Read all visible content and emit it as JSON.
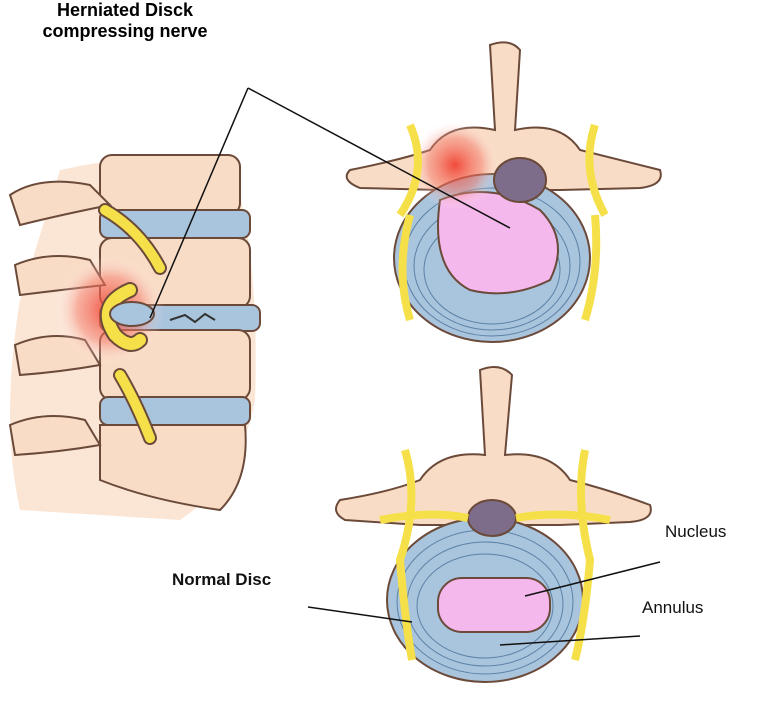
{
  "labels": {
    "herniated_line1": "Herniated Disck",
    "herniated_line2": "compressing nerve",
    "normal_disc": "Normal Disc",
    "nucleus": "Nucleus",
    "annulus": "Annulus"
  },
  "colors": {
    "bone": "#f9dcc6",
    "outline": "#6b4a3a",
    "disc": "#a9c4dd",
    "nucleus": "#f5b8ec",
    "nerve": "#f5e04a",
    "inflammation": "#f24a3a"
  }
}
